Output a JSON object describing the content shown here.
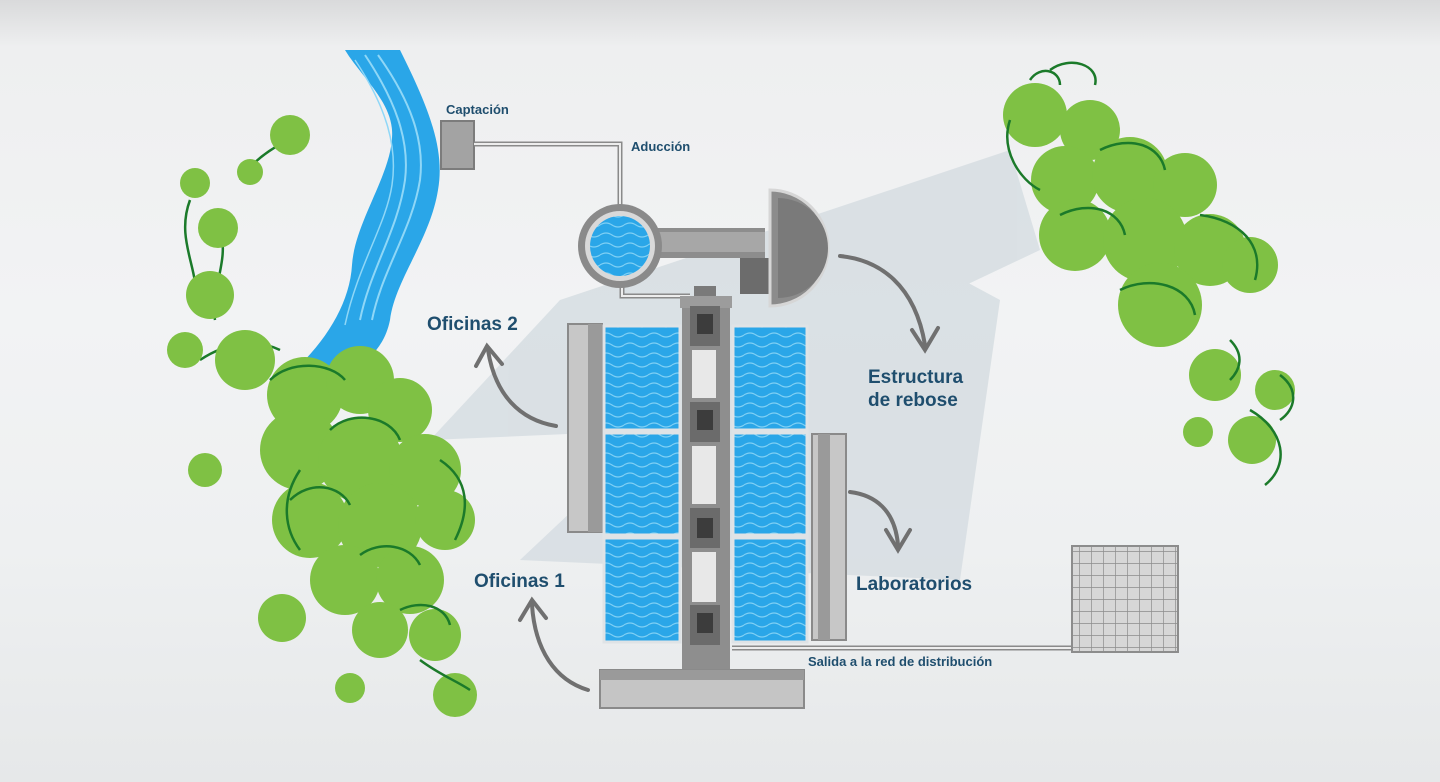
{
  "labels": {
    "captacion": "Captación",
    "aduccion": "Aducción",
    "oficinas2": "Oficinas 2",
    "estructura_line1": "Estructura",
    "estructura_line2": "de rebose",
    "oficinas1": "Oficinas 1",
    "laboratorios": "Laboratorios",
    "salida": "Salida a la red de distribución"
  },
  "colors": {
    "water": "#2aa6e8",
    "foliage": "#7fc144",
    "foliage_outline": "#1b7a2a",
    "concrete": "#8a8a8a",
    "label_text": "#1f4e6e"
  }
}
